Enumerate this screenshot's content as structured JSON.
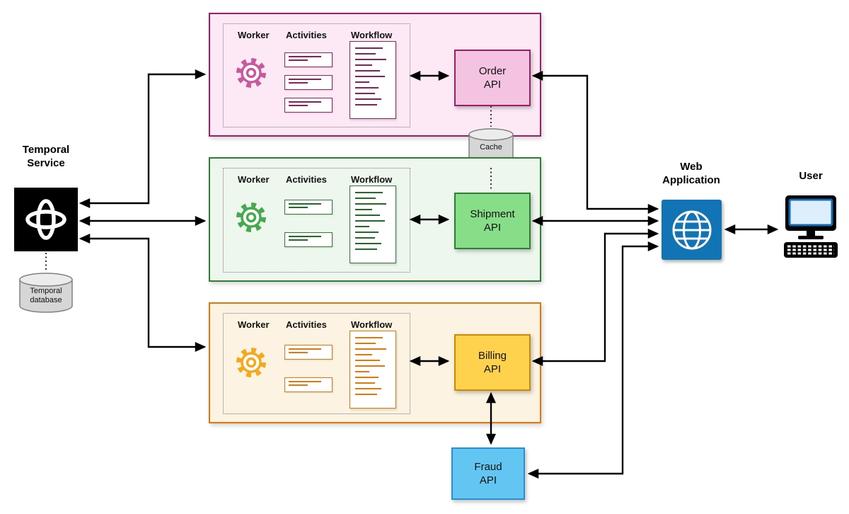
{
  "temporal_service": {
    "label_line1": "Temporal",
    "label_line2": "Service",
    "icon": "temporal-logo-icon",
    "box_color": "#000000",
    "database": {
      "label_line1": "Temporal",
      "label_line2": "database",
      "icon": "database-cylinder-icon"
    }
  },
  "worker_groups": [
    {
      "name": "order",
      "worker_label": "Worker",
      "activities_label": "Activities",
      "workflow_label": "Workflow",
      "worker_icon": "gear-icon",
      "activity_card_count": 3,
      "api": {
        "label_line1": "Order",
        "label_line2": "API"
      },
      "accent_color": "#9b1f63",
      "panel_fill": "#fce9f5",
      "api_fill": "#f4c3e1",
      "gear_color": "#c9599f"
    },
    {
      "name": "shipment",
      "worker_label": "Worker",
      "activities_label": "Activities",
      "workflow_label": "Workflow",
      "worker_icon": "gear-icon",
      "activity_card_count": 2,
      "api": {
        "label_line1": "Shipment",
        "label_line2": "API"
      },
      "accent_color": "#2e7d32",
      "panel_fill": "#edf7ed",
      "api_fill": "#88dd88",
      "gear_color": "#46a94e"
    },
    {
      "name": "billing",
      "worker_label": "Worker",
      "activities_label": "Activities",
      "workflow_label": "Workflow",
      "worker_icon": "gear-icon",
      "activity_card_count": 2,
      "api": {
        "label_line1": "Billing",
        "label_line2": "API"
      },
      "accent_color": "#e0780c",
      "panel_fill": "#fdf3e2",
      "api_fill": "#ffd24d",
      "gear_color": "#f5a81c"
    }
  ],
  "cache": {
    "label": "Cache",
    "icon": "database-cylinder-icon"
  },
  "fraud_api": {
    "label_line1": "Fraud",
    "label_line2": "API",
    "fill": "#63c6f2"
  },
  "web_application": {
    "label_line1": "Web",
    "label_line2": "Application",
    "icon": "globe-icon",
    "fill": "#1273b5"
  },
  "user": {
    "label": "User",
    "icon": "computer-icon"
  }
}
